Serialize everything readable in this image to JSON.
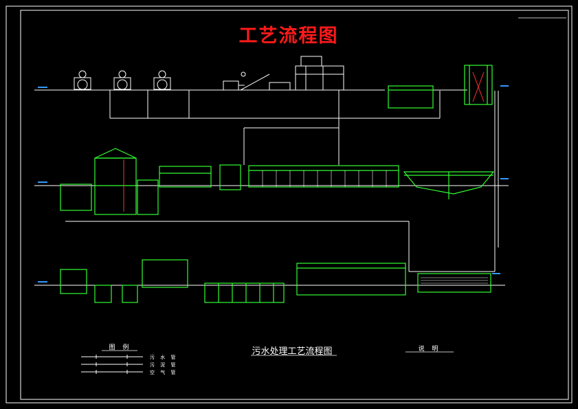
{
  "diagram": {
    "title": "工艺流程图",
    "subtitle": "污水处理工艺流程图",
    "legend": {
      "title": "图 例",
      "items": [
        "污 水 管",
        "污 泥 管",
        "空 气 管"
      ]
    },
    "notes_title": "说 明"
  },
  "colors": {
    "background": "#000000",
    "title": "#ff1a1a",
    "structure": "#33ff33",
    "pipe": "#ffffff",
    "level": "#3399ff",
    "frame": "#ffffff"
  }
}
